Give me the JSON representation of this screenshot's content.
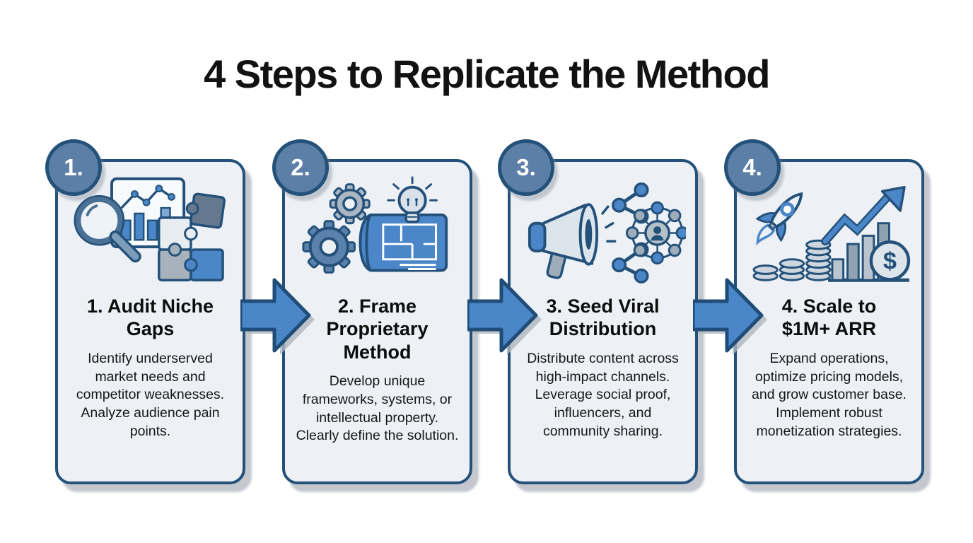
{
  "title": "4 Steps to Replicate the Method",
  "colors": {
    "accent_blue": "#4a86c8",
    "outline_navy": "#24517a",
    "badge_fill": "#5b7fa6",
    "card_background": "#edf1f6",
    "page_background": "#ffffff",
    "icon_light_gray": "#dde5ec",
    "icon_mid_gray": "#9fadbb"
  },
  "steps": [
    {
      "badge": "1.",
      "title": "1. Audit Niche Gaps",
      "description": "Identify underserved market needs and competitor weaknesses. Analyze audience pain points.",
      "icon": "magnifier-chart-puzzle"
    },
    {
      "badge": "2.",
      "title": "2. Frame Proprietary Method",
      "description": "Develop unique frameworks, systems, or intellectual property. Clearly define the solution.",
      "icon": "gears-blueprint-lightbulb"
    },
    {
      "badge": "3.",
      "title": "3. Seed Viral Distribution",
      "description": "Distribute content across high-impact channels. Leverage social proof, influencers, and community sharing.",
      "icon": "megaphone-share-network"
    },
    {
      "badge": "4.",
      "title": "4. Scale to $1M+ ARR",
      "description": "Expand operations, optimize pricing models, and grow customer base. Implement robust monetization strategies.",
      "icon": "rocket-coins-growth-dollar"
    }
  ],
  "connector": "arrow-right",
  "icons": {
    "dollar_glyph": "$"
  }
}
